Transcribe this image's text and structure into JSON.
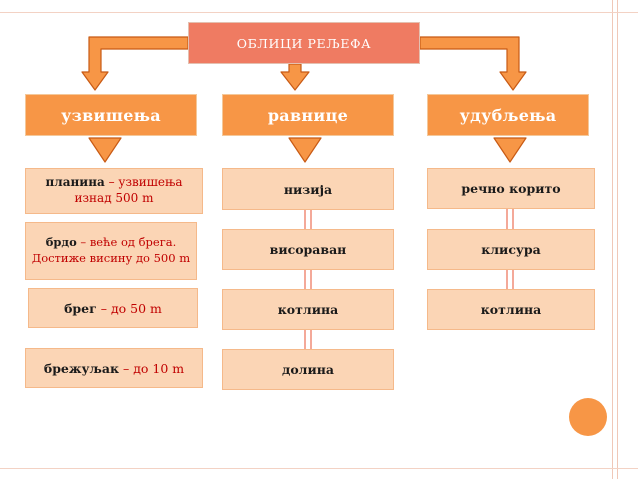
{
  "title": "ОБЛИЦИ РЕЉЕФА",
  "categories": [
    {
      "label": "узвишења"
    },
    {
      "label": "равнице"
    },
    {
      "label": "удубљења"
    }
  ],
  "col1": [
    {
      "term": "планина",
      "def": " – узвишења изнад 500 m"
    },
    {
      "term": "брдо",
      "def": " – веће од брега. Достиже висину до 500 m"
    },
    {
      "term": "брег",
      "def": " – до 50 m"
    },
    {
      "term": "брежуљак",
      "def": " –  до 10 m"
    }
  ],
  "col2": [
    "низија",
    "висораван",
    "котлина",
    "долина"
  ],
  "col3": [
    "речно корито",
    "клисура",
    "котлина"
  ],
  "colors": {
    "title": "#ef7b62",
    "category": "#f79646",
    "item": "#fbd5b5",
    "definition": "#c00000"
  }
}
